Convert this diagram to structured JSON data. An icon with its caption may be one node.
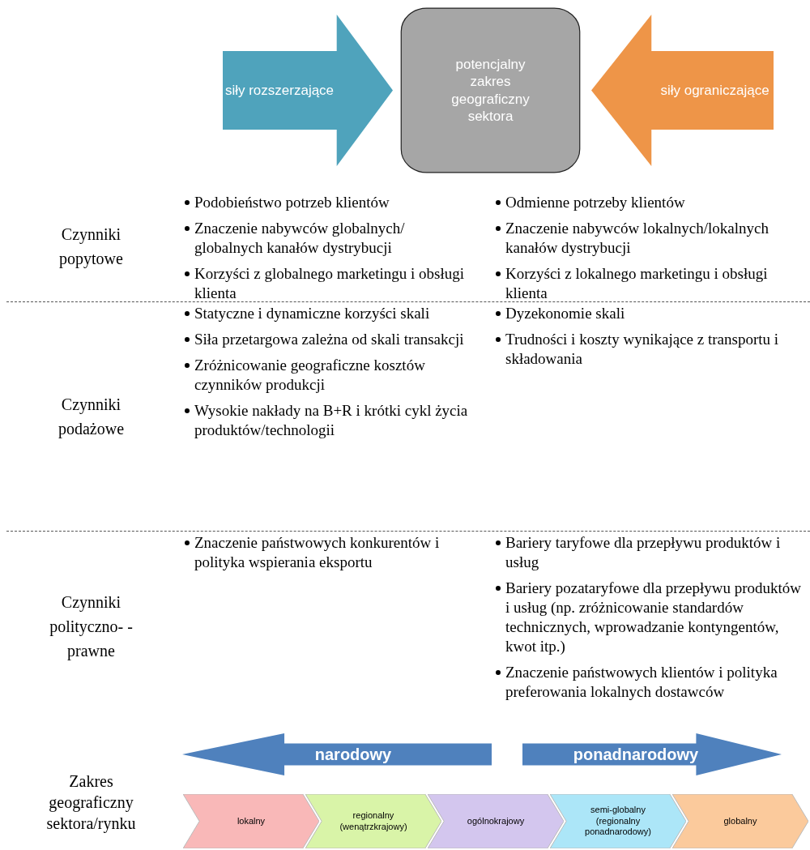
{
  "diagram": {
    "nodes": [
      {
        "text": [
          "siły rozszerzające"
        ]
      },
      {
        "text": [
          "potencjalny zakres geograficzny sektora"
        ]
      },
      {
        "text": [
          "siły ograniczające"
        ]
      },
      {
        "text": [
          "narodowy"
        ]
      },
      {
        "text": [
          "ponadnarodowy"
        ]
      },
      {
        "text": [
          "lokalny"
        ]
      },
      {
        "text": [
          "regionalny (wenątrzkrajowy)"
        ]
      },
      {
        "text": [
          "ogólnokrajowy"
        ]
      },
      {
        "text": [
          "semi-globalny (regionalny ponadnarodowy)"
        ]
      },
      {
        "text": [
          "globalny"
        ]
      }
    ],
    "labels": [
      "Czynniki popytowe",
      "Podobieństwo potrzeb klientów",
      "Znaczenie nabywców globalnych/ globalnych kanałów dystrybucji",
      "Korzyści z globalnego marketingu i obsługi klienta",
      "Odmienne potrzeby klientów",
      "Znaczenie nabywców lokalnych/lokalnych kanałów dystrybucji",
      "Korzyści z lokalnego marketingu i obsługi klienta",
      "Czynniki podażowe",
      "Statyczne i dynamiczne korzyści skali",
      "Siła przetargowa zależna od skali transakcji",
      "Zróżnicowanie geograficzne kosztów czynników produkcji",
      "Wysokie nakłady na B+R i krótki cykl życia produktów/technologii",
      "Dyzekonomie skali",
      "Trudności i koszty wynikające z transportu i składowania",
      "Czynniki polityczno- -prawne",
      "Znaczenie państwowych konkurentów i polityka wspierania eksportu",
      "Bariery taryfowe dla przepływu produktów i usług",
      "Bariery pozataryfowe dla przepływu produktów i usług (np. zróżnicowanie standardów technicznych, wprowadzanie kontyngentów, kwot itp.)",
      "Znaczenie państwowych klientów i polityka preferowania lokalnych dostawców",
      "Zakres geograficzny sektora/rynku"
    ]
  }
}
